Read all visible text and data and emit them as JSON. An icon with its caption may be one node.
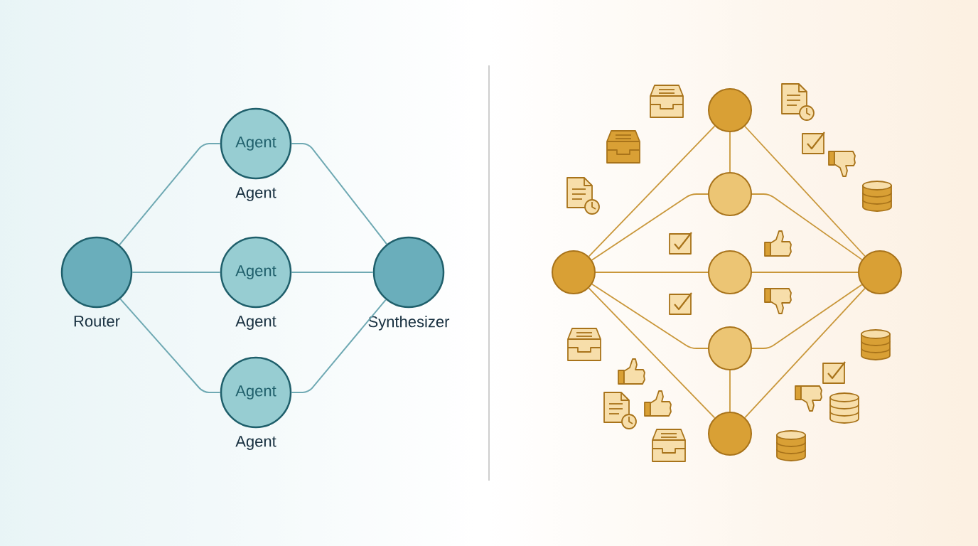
{
  "diagram": {
    "nodes": [
      {
        "text": [],
        "shape": "circle",
        "beside": [
          "Router"
        ]
      },
      {
        "text": [
          "Agent"
        ],
        "beside": [
          "Agent"
        ]
      },
      {
        "text": [
          "Agent"
        ],
        "beside": [
          "Agent"
        ]
      },
      {
        "text": [
          "Agent"
        ],
        "beside": [
          "Agent"
        ]
      },
      {
        "text": [],
        "shape": "circle",
        "beside": [
          "Synthesizer"
        ]
      },
      {
        "text": [],
        "shape": "circle"
      },
      {
        "text": [],
        "shape": "circle"
      },
      {
        "text": [],
        "shape": "circle"
      },
      {
        "text": [],
        "shape": "circle"
      },
      {
        "text": [],
        "shape": "circle"
      },
      {
        "text": [],
        "shape": "circle"
      },
      {
        "text": [],
        "shape": "circle"
      }
    ],
    "edges": [
      {
        "from": 0,
        "to": 1,
        "arrow": "none",
        "color": "#6fa9b3"
      },
      {
        "from": 0,
        "to": 2,
        "arrow": "none",
        "color": "#6fa9b3"
      },
      {
        "from": 0,
        "to": 3,
        "arrow": "none",
        "color": "#6fa9b3"
      },
      {
        "from": 1,
        "to": 4,
        "arrow": "none",
        "color": "#6fa9b3"
      },
      {
        "from": 2,
        "to": 4,
        "arrow": "none",
        "color": "#6fa9b3"
      },
      {
        "from": 3,
        "to": 4,
        "arrow": "none",
        "color": "#6fa9b3"
      },
      {
        "from": 5,
        "to": 7,
        "arrow": "none"
      },
      {
        "from": 5,
        "to": 9,
        "arrow": "none"
      },
      {
        "from": 5,
        "to": 6,
        "arrow": "none"
      },
      {
        "from": 7,
        "to": 6,
        "arrow": "none"
      },
      {
        "from": 6,
        "to": 9,
        "arrow": "none"
      },
      {
        "from": 7,
        "to": 8,
        "arrow": "none"
      },
      {
        "from": 8,
        "to": 9,
        "arrow": "none"
      },
      {
        "from": 7,
        "to": 10,
        "arrow": "none"
      },
      {
        "from": 10,
        "to": 9,
        "arrow": "none"
      },
      {
        "from": 10,
        "to": 11,
        "arrow": "none"
      },
      {
        "from": 7,
        "to": 11,
        "arrow": "none"
      },
      {
        "from": 11,
        "to": 9,
        "arrow": "none"
      }
    ]
  }
}
